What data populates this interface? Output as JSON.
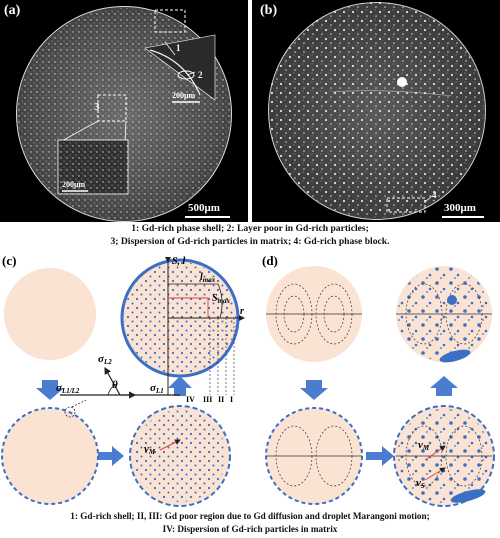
{
  "panels": {
    "a": {
      "label": "(a)",
      "inset_scale_1": "200μm",
      "inset_scale_2": "200μm",
      "scale_bar": "500μm",
      "markers": [
        "1",
        "2",
        "3"
      ]
    },
    "b": {
      "label": "(b)",
      "scale_bar": "300μm",
      "marker": "4"
    },
    "c": {
      "label": "(c)",
      "axis_s_l": "S, l",
      "l_max": "l",
      "l_max_sub": "max",
      "s_max": "S",
      "s_max_sub": "max",
      "r_axis": "r",
      "regions": [
        "IV",
        "III",
        "II",
        "I"
      ],
      "sigma_l2": "σ",
      "sigma_l2_sub": "L2",
      "sigma_l1l2": "σ",
      "sigma_l1l2_sub": "L1/L2",
      "sigma_l1": "σ",
      "sigma_l1_sub": "L1",
      "theta": "θ",
      "velocity": "v",
      "velocity_sub": "M"
    },
    "d": {
      "label": "(d)",
      "velocity_m": "v",
      "velocity_m_sub": "M",
      "velocity_s": "v",
      "velocity_s_sub": "S"
    }
  },
  "captions": {
    "top_line1": "1: Gd-rich phase shell; 2: Layer poor in Gd-rich particles;",
    "top_line2": "3; Dispersion of Gd-rich particles in matrix; 4: Gd-rich phase block.",
    "bottom_line1": "1: Gd-rich shell; II, III: Gd poor region due to Gd diffusion and droplet Marangoni motion;",
    "bottom_line2": "IV: Dispersion of Gd-rich particles in matrix"
  },
  "colors": {
    "peach": "#fbe3d4",
    "blue": "#3a6fc4",
    "arrow_blue": "#4a7dd0"
  }
}
